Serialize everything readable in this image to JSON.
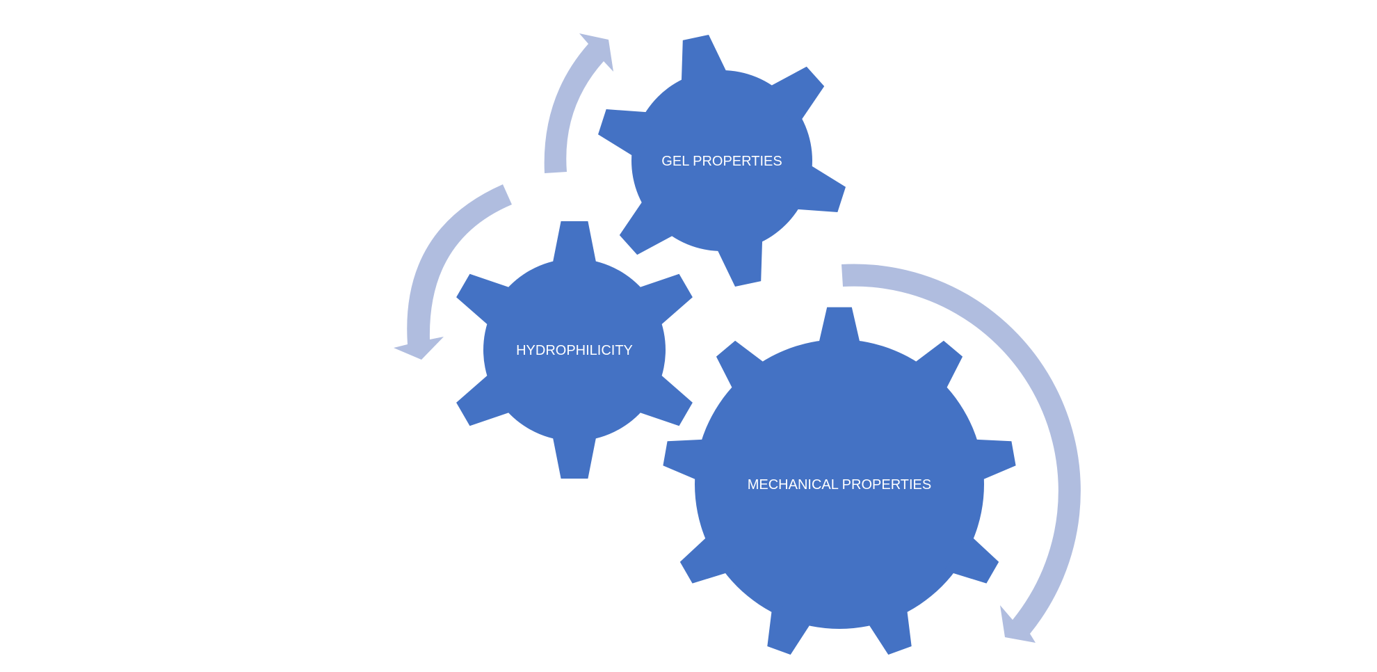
{
  "colors": {
    "gear": "#4472C4",
    "arrow": "#B0BDDF",
    "background": "#FFFFFF",
    "label": "#FFFFFF"
  },
  "gears": [
    {
      "id": "gel",
      "label": "GEL PROPERTIES",
      "teeth": 6
    },
    {
      "id": "hydro",
      "label": "HYDROPHILICITY",
      "teeth": 6
    },
    {
      "id": "mech",
      "label": "MECHANICAL PROPERTIES",
      "teeth": 9
    }
  ],
  "arrows": [
    {
      "id": "arrow-gel",
      "icon": "curved-arrow-up-icon"
    },
    {
      "id": "arrow-hydro",
      "icon": "curved-arrow-down-icon"
    },
    {
      "id": "arrow-mech",
      "icon": "curved-arrow-clockwise-icon"
    }
  ]
}
